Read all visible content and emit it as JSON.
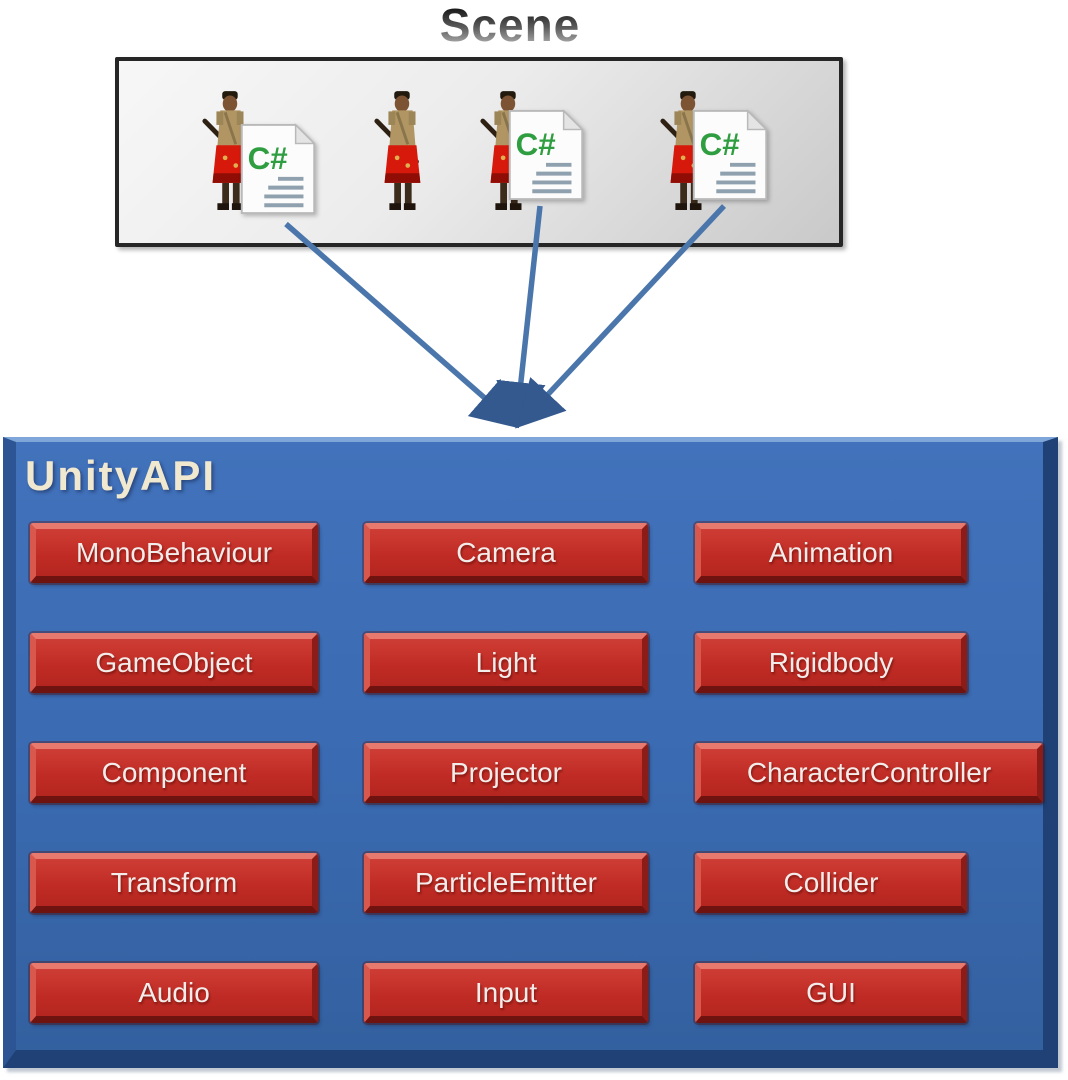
{
  "scene": {
    "title": "Scene",
    "script_icon_label": "C#",
    "characters": [
      {
        "id": "warrior-1",
        "has_script": true
      },
      {
        "id": "warrior-2",
        "has_script": false
      },
      {
        "id": "warrior-3",
        "has_script": true
      },
      {
        "id": "warrior-4",
        "has_script": true
      }
    ]
  },
  "unity_api": {
    "title": "UnityAPI",
    "rows": [
      [
        "MonoBehaviour",
        "Camera",
        "Animation"
      ],
      [
        "GameObject",
        "Light",
        "Rigidbody"
      ],
      [
        "Component",
        "Projector",
        "CharacterController"
      ],
      [
        "Transform",
        "ParticleEmitter",
        "Collider"
      ],
      [
        "Audio",
        "Input",
        "GUI"
      ]
    ]
  },
  "colors": {
    "api_panel_fill": "#3b6db8",
    "api_panel_border_dark": "#1f4175",
    "api_panel_border_light": "#7fa6d8",
    "node_red": "#c5302a",
    "node_text": "#f2ecea",
    "api_title_text": "#f0e8cf",
    "arrow_blue": "#4a76ab",
    "scene_panel_border": "#262626",
    "script_green": "#2f9e41"
  }
}
